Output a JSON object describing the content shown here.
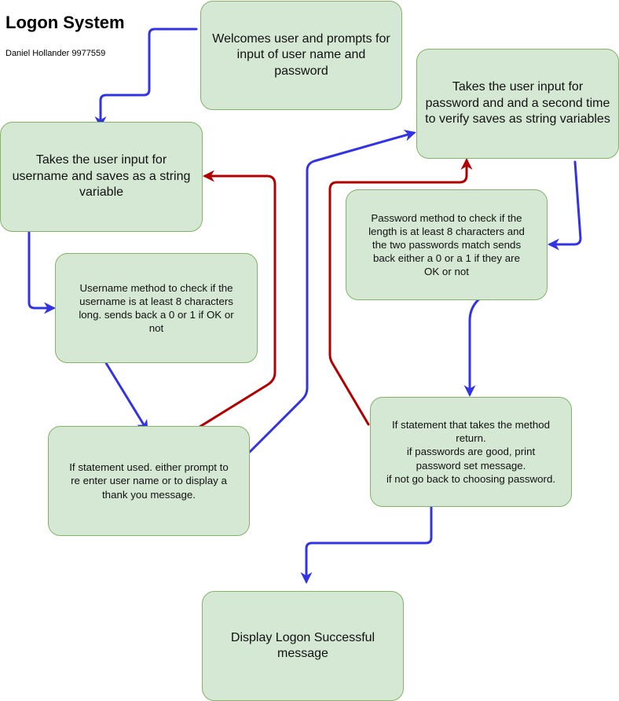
{
  "diagram": {
    "title": "Logon System",
    "subtitle": "Daniel Hollander 9977559",
    "nodes": {
      "welcome": "Welcomes user and prompts for input of user name and password",
      "username_input": "Takes the user input for username and saves as a string variable",
      "username_method": "Username method to check if the username is at least 8 characters long. sends back a 0 or 1 if  OK or not",
      "username_if": "If statement used. either prompt to re enter user name or to display a thank you message.",
      "password_input": "Takes the user input for password and and a second time to verify saves as string variables",
      "password_method": "Password method to check if the length is at least 8 characters and the two passwords match sends back either a 0 or a 1 if they are OK or not",
      "password_if": "If statement that takes the method return.\nif passwords are good, print password set message.\nif not go back to choosing password.",
      "success": "Display Logon Successful message"
    },
    "colors": {
      "box_fill": "#d5e8d4",
      "box_border": "#82b366",
      "forward_edge": "#3333e6",
      "back_edge": "#b20000"
    }
  }
}
